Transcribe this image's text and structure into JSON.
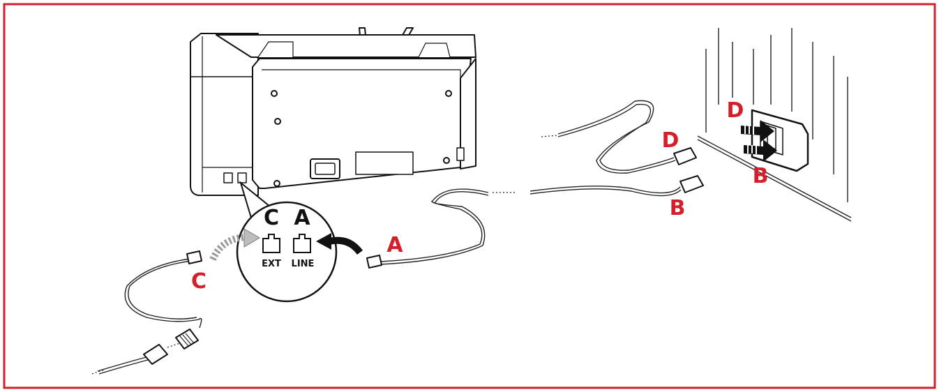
{
  "frame": {
    "border_color": "#d41f2b"
  },
  "callout": {
    "letter_c": "C",
    "letter_a": "A",
    "port_ext_label": "EXT",
    "port_line_label": "LINE"
  },
  "labels": {
    "a": "A",
    "b": "B",
    "c": "C",
    "d": "D"
  },
  "wall": {
    "label_d": "D",
    "label_b": "B"
  },
  "colors": {
    "accent": "#d41f2b",
    "ink": "#111111",
    "arrow_gray": "#bdbdbd"
  }
}
